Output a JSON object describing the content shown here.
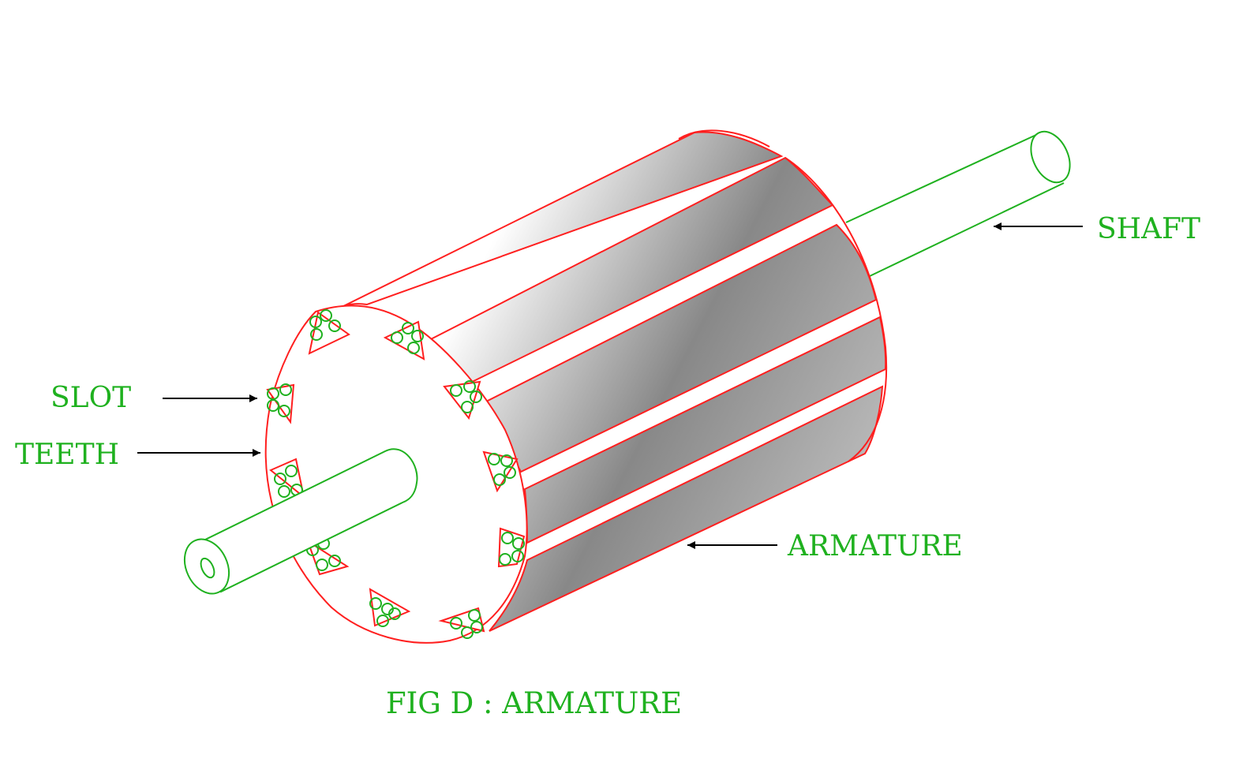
{
  "labels": {
    "slot": "SLOT",
    "teeth": "TEETH",
    "shaft": "SHAFT",
    "armature": "ARMATURE"
  },
  "caption": "FIG D : ARMATURE",
  "colors": {
    "outline": "#ff1f1f",
    "label": "#1fb11f",
    "conductor": "#1fb11f",
    "arrow": "#000000",
    "core_shade": "#8a8a8a"
  }
}
